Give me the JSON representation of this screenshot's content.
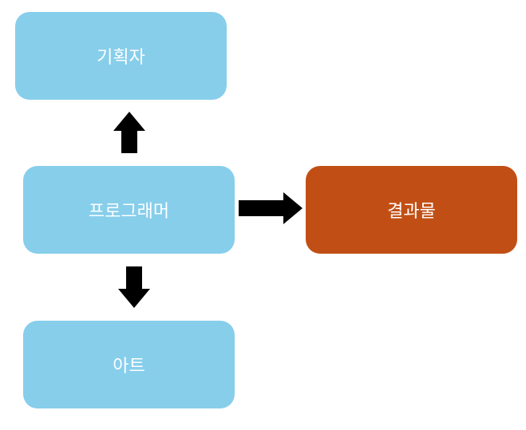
{
  "diagram": {
    "nodes": {
      "planner": {
        "label": "기획자",
        "color": "#87CEEB"
      },
      "programmer": {
        "label": "프로그래머",
        "color": "#87CEEB"
      },
      "art": {
        "label": "아트",
        "color": "#87CEEB"
      },
      "result": {
        "label": "결과물",
        "color": "#C14F15"
      }
    },
    "edges": [
      {
        "from": "programmer",
        "to": "planner"
      },
      {
        "from": "programmer",
        "to": "art"
      },
      {
        "from": "programmer",
        "to": "result"
      }
    ],
    "arrow_color": "#000000"
  }
}
